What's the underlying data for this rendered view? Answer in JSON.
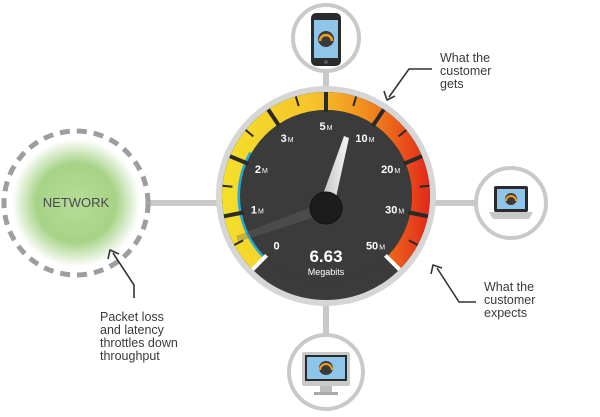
{
  "network": {
    "label": "NETWORK"
  },
  "gauge": {
    "ticks": [
      {
        "value": "0",
        "unit": ""
      },
      {
        "value": "1",
        "unit": "M"
      },
      {
        "value": "2",
        "unit": "M"
      },
      {
        "value": "3",
        "unit": "M"
      },
      {
        "value": "5",
        "unit": "M"
      },
      {
        "value": "10",
        "unit": "M"
      },
      {
        "value": "20",
        "unit": "M"
      },
      {
        "value": "30",
        "unit": "M"
      },
      {
        "value": "50",
        "unit": "M"
      }
    ],
    "reading": "6.63",
    "reading_unit": "Megabits"
  },
  "callouts": {
    "gets": [
      "What the",
      "customer",
      "gets"
    ],
    "expects": [
      "What the",
      "customer",
      "expects"
    ],
    "packet_loss": [
      "Packet loss",
      "and latency",
      "throttles down",
      "throughput"
    ]
  },
  "devices": {
    "top": "smartphone-icon",
    "right": "laptop-icon",
    "bottom": "desktop-monitor-icon"
  },
  "colors": {
    "gauge_face": "#3b3b3b",
    "gauge_rim": "#d0d0d0",
    "arc_yellow": "#f2d629",
    "arc_orange": "#f18a1d",
    "arc_red": "#e53019",
    "arc_blue": "#27a9d8",
    "network_fill": "#a9d48a"
  }
}
